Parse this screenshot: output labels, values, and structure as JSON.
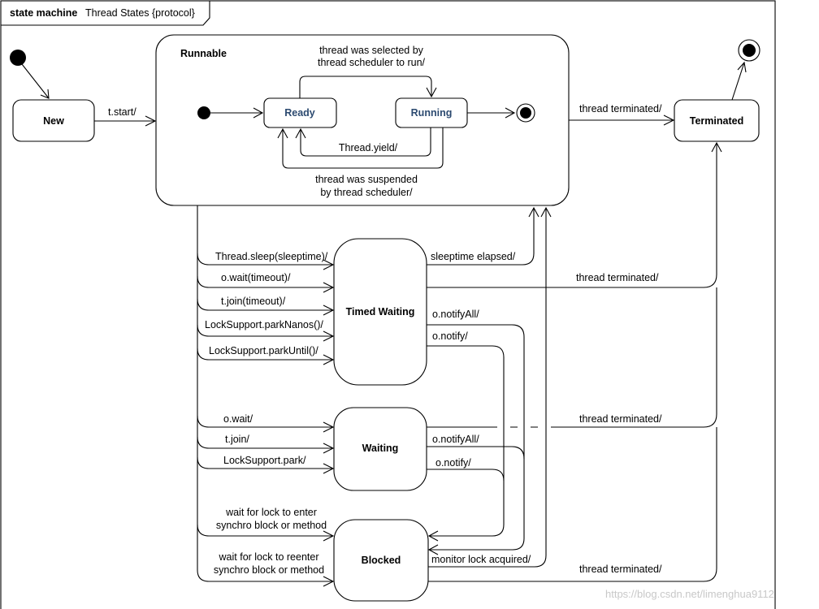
{
  "frame": {
    "keyword": "state machine",
    "name": "Thread States {protocol}"
  },
  "states": {
    "new": "New",
    "runnable": "Runnable",
    "ready": "Ready",
    "running": "Running",
    "terminated": "Terminated",
    "timed_waiting": "Timed Waiting",
    "waiting": "Waiting",
    "blocked": "Blocked"
  },
  "transitions": {
    "t_start": "t.start/",
    "selected_1": "thread was selected by",
    "selected_2": "thread scheduler to run/",
    "yield": "Thread.yield/",
    "suspended_1": "thread was suspended",
    "suspended_2": "by thread scheduler/",
    "runnable_terminated": "thread terminated/",
    "sleep": "Thread.sleep(sleeptime)/",
    "wait_timeout": "o.wait(timeout)/",
    "join_timeout": "t.join(timeout)/",
    "park_nanos": "LockSupport.parkNanos()/",
    "park_until": "LockSupport.parkUntil()/",
    "sleeptime_elapsed": "sleeptime elapsed/",
    "timed_terminated": "thread terminated/",
    "timed_notify_all": "o.notifyAll/",
    "timed_notify": "o.notify/",
    "wait": "o.wait/",
    "join": "t.join/",
    "park": "LockSupport.park/",
    "waiting_terminated": "thread terminated/",
    "waiting_notify_all": "o.notifyAll/",
    "waiting_notify": "o.notify/",
    "lock_enter_1": "wait for lock to enter",
    "lock_enter_2": "synchro block or method",
    "lock_reenter_1": "wait for lock to reenter",
    "lock_reenter_2": "synchro block or method",
    "monitor_acquired": "monitor lock acquired/",
    "blocked_terminated": "thread terminated/"
  },
  "watermark": "https://blog.csdn.net/limenghua9112"
}
